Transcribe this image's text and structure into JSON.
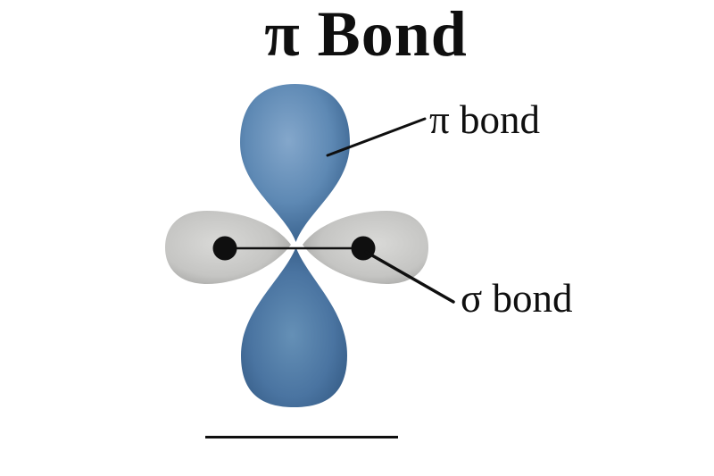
{
  "title": "π Bond",
  "labels": {
    "pi": "π bond",
    "sigma": "σ bond"
  },
  "colors": {
    "background": "#ffffff",
    "ink": "#0f0f0f",
    "blue_top_light": "#84a7cb",
    "blue_top_mid": "#5e89b4",
    "blue_top_dark": "#28507c",
    "blue_bottom_light": "#6590b6",
    "blue_bottom_mid": "#4a74a1",
    "blue_bottom_dark": "#264a72",
    "gray_light": "#d9d9d7",
    "gray_mid": "#c5c5c3",
    "gray_dark": "#8d8d8b"
  }
}
